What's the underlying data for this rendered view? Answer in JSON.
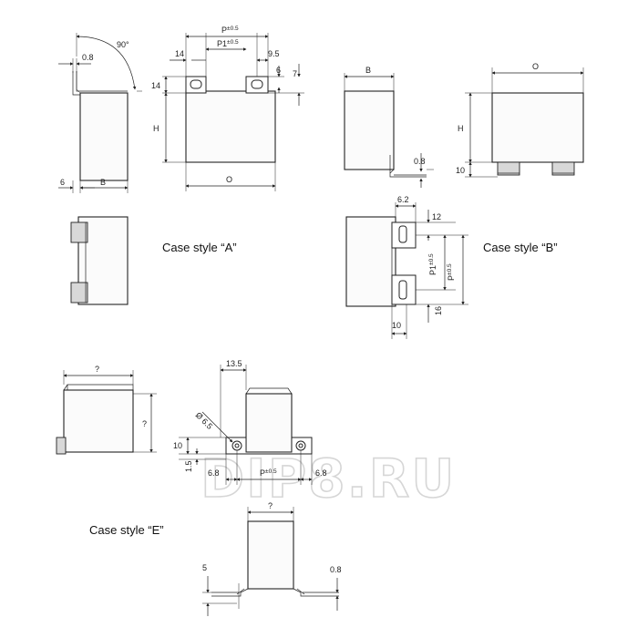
{
  "watermark": "DIP8.RU",
  "captions": {
    "case_a": "Case style “A”",
    "case_b": "Case style “B”",
    "case_e": "Case style “E”"
  },
  "case_a": {
    "dims": {
      "angle": "90°",
      "lead_thk": "0.8",
      "lead_len": "6",
      "width_b": "B",
      "pitch_p": "P",
      "pitch_p_tol": "±0.5",
      "pitch_p1": "P1",
      "pitch_p1_tol": "±0.5",
      "pad_left": "14",
      "pad_right": "9.5",
      "pin_h": "14",
      "pin_w": "6",
      "pin_gap": "7",
      "height": "H",
      "length": "O"
    }
  },
  "case_b": {
    "dims": {
      "width_b": "B",
      "lead_thk": "0.8",
      "length": "O",
      "height": "H",
      "standoff": "10",
      "slot_w": "6.2",
      "top_off": "12",
      "pitch_p1": "P1",
      "pitch_p1_tol": "±0.5",
      "pitch_p": "P",
      "pitch_p_tol": "±0.5",
      "tab_w": "10",
      "bot_off": "16"
    }
  },
  "case_e": {
    "dims": {
      "side_w": "?",
      "side_h": "?",
      "top_w": "13.5",
      "hole": "Ø 6.5",
      "tab_h": "10",
      "tab_thk": "1.5",
      "left_off": "6.8",
      "pitch_p": "P",
      "pitch_p_tol": "±0.5",
      "right_off": "6.8",
      "bottom_w": "?",
      "lead_len": "5",
      "lead_thk": "0.8"
    }
  }
}
